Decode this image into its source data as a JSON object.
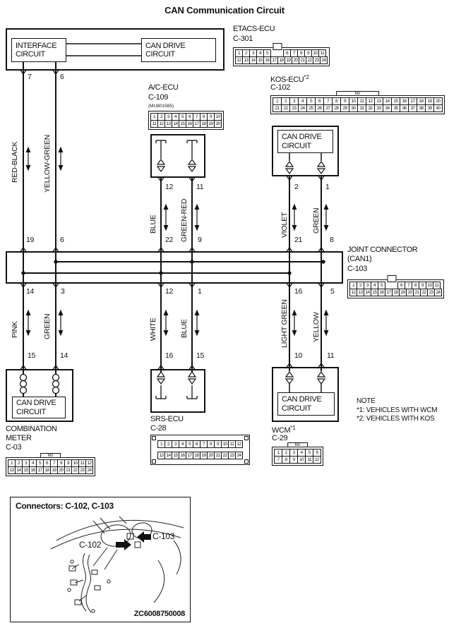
{
  "title": "CAN Communication Circuit",
  "blocks": {
    "interface": "INTERFACE CIRCUIT",
    "can_drive": "CAN DRIVE CIRCUIT"
  },
  "components": {
    "etacs": {
      "name": "ETACS-ECU",
      "connector": "C-301"
    },
    "ac": {
      "name": "A/C-ECU",
      "connector": "C-109",
      "part_no": "(MU801585)"
    },
    "kos": {
      "name": "KOS-ECU",
      "ref": "*2",
      "connector": "C-102"
    },
    "joint": {
      "name": "JOINT CONNECTOR",
      "sub": "(CAN1)",
      "connector": "C-103"
    },
    "combination_meter": {
      "name": "COMBINATION METER",
      "connector": "C-03"
    },
    "srs": {
      "name": "SRS-ECU",
      "connector": "C-28"
    },
    "wcm": {
      "name": "WCM",
      "ref": "*1",
      "connector": "C-29"
    }
  },
  "pins": {
    "etacs_out": [
      "7",
      "6"
    ],
    "joint_top_left": [
      "19",
      "6"
    ],
    "ac_out": [
      "12",
      "11"
    ],
    "joint_top_mid": [
      "22",
      "9"
    ],
    "kos_out": [
      "2",
      "1"
    ],
    "joint_top_right": [
      "21",
      "8"
    ],
    "joint_bottom_left": [
      "14",
      "3"
    ],
    "combo_in": [
      "15",
      "14"
    ],
    "joint_bottom_mid": [
      "12",
      "1"
    ],
    "srs_in": [
      "16",
      "15"
    ],
    "joint_bottom_right": [
      "16",
      "5"
    ],
    "wcm_in": [
      "10",
      "11"
    ]
  },
  "wire_labels": {
    "top": [
      "RED-BLACK",
      "YELLOW-GREEN",
      "BLUE",
      "GREEN-RED",
      "VIOLET",
      "GREEN"
    ],
    "bottom": [
      "PINK",
      "GREEN",
      "WHITE",
      "BLUE",
      "LIGHT GREEN",
      "YELLOW"
    ]
  },
  "note": {
    "title": "NOTE",
    "items": [
      "*1: VEHICLES WITH WCM",
      "*2: VEHICLES WITH KOS"
    ]
  },
  "figure": {
    "title": "Connectors: C-102, C-103",
    "label_c102": "C-102",
    "label_c103": "C-103",
    "code": "ZC6008750008"
  },
  "colors": {
    "line": "#111111",
    "background": "#ffffff"
  },
  "pin_grids": {
    "c301": {
      "style": "tab24",
      "cw": 11,
      "rows": [
        [
          "1",
          "2",
          "3",
          "4",
          "5",
          "",
          "6",
          "7",
          "8",
          "9",
          "10",
          "11"
        ],
        [
          "12",
          "13",
          "14",
          "15",
          "16",
          "17",
          "18",
          "19",
          "20",
          "21",
          "22",
          "23",
          "24"
        ]
      ]
    },
    "c109": {
      "style": "plain",
      "cw": 11,
      "rows": [
        [
          "1",
          "2",
          "3",
          "4",
          "5",
          "6",
          "7",
          "8",
          "9",
          "10"
        ],
        [
          "11",
          "12",
          "13",
          "14",
          "15",
          "16",
          "17",
          "18",
          "19",
          "20"
        ]
      ]
    },
    "c102": {
      "style": "wide",
      "cw": 13,
      "tag": "MU",
      "rows": [
        [
          "1",
          "2",
          "3",
          "4",
          "5",
          "6",
          "7",
          "8",
          "9",
          "10",
          "11",
          "12",
          "13",
          "14",
          "15",
          "16",
          "17",
          "18",
          "19",
          "20"
        ],
        [
          "21",
          "22",
          "23",
          "24",
          "25",
          "26",
          "27",
          "28",
          "29",
          "30",
          "31",
          "32",
          "33",
          "34",
          "35",
          "36",
          "37",
          "38",
          "39",
          "40"
        ]
      ]
    },
    "c103": {
      "style": "tab24",
      "cw": 11,
      "rows": [
        [
          "1",
          "2",
          "3",
          "4",
          "5",
          "",
          "6",
          "7",
          "8",
          "9",
          "10",
          "11"
        ],
        [
          "12",
          "13",
          "14",
          "15",
          "16",
          "17",
          "18",
          "19",
          "20",
          "21",
          "22",
          "23",
          "24"
        ]
      ]
    },
    "c03": {
      "style": "mu",
      "cw": 11,
      "tag": "MU",
      "rows": [
        [
          "1",
          "2",
          "3",
          "4",
          "5",
          "6",
          "7",
          "8",
          "9",
          "10",
          "11",
          "12"
        ],
        [
          "13",
          "14",
          "15",
          "16",
          "17",
          "18",
          "19",
          "20",
          "21",
          "22",
          "23",
          "24"
        ]
      ]
    },
    "c28": {
      "style": "srs",
      "cw": 11,
      "rows": [
        [
          "1",
          "2",
          "3",
          "4",
          "5",
          "6",
          "7",
          "8",
          "9",
          "10",
          "11",
          "12"
        ],
        [
          "13",
          "14",
          "15",
          "16",
          "17",
          "18",
          "19",
          "20",
          "21",
          "22",
          "23",
          "24"
        ]
      ]
    },
    "c29": {
      "style": "mu",
      "cw": 12,
      "tag": "MU",
      "rows": [
        [
          "1",
          "2",
          "3",
          "4",
          "5",
          "6"
        ],
        [
          "7",
          "8",
          "9",
          "10",
          "11",
          "12"
        ]
      ]
    }
  }
}
